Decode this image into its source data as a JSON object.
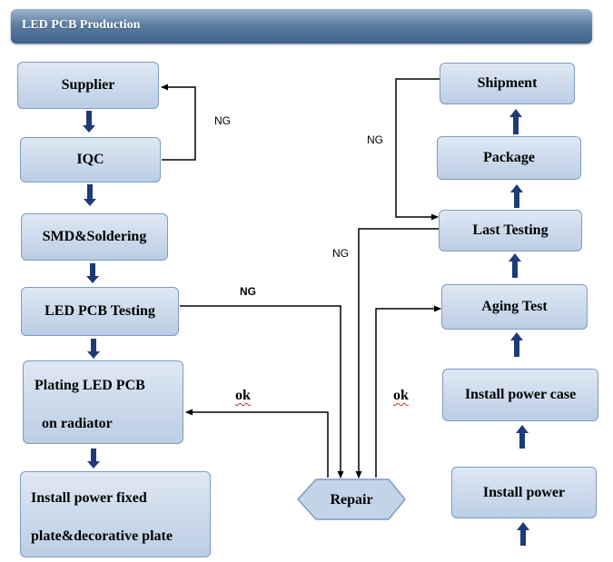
{
  "header": {
    "title": "LED PCB Production"
  },
  "steps": {
    "supplier": "Supplier",
    "iqc": "IQC",
    "smd": "SMD&Soldering",
    "led_testing": "LED PCB Testing",
    "plating_line1": "Plating LED PCB",
    "plating_line2": "on radiator",
    "install_fixed_line1": "Install power fixed",
    "install_fixed_line2": "plate&decorative plate",
    "repair": "Repair",
    "install_power": "Install power",
    "install_case": "Install power case",
    "aging": "Aging Test",
    "last_testing": "Last Testing",
    "package": "Package",
    "shipment": "Shipment"
  },
  "labels": {
    "ng_iqc": "NG",
    "ng_led_testing": "NG",
    "ng_last_testing": "NG",
    "ng_shipment": "NG",
    "ok_left": "ok",
    "ok_right": "ok"
  },
  "colors": {
    "header": "#4a6d96",
    "box_fill": "#c9d8ea",
    "box_border": "#7d9cc3",
    "arrow": "#1f3a78",
    "line": "#000000"
  }
}
